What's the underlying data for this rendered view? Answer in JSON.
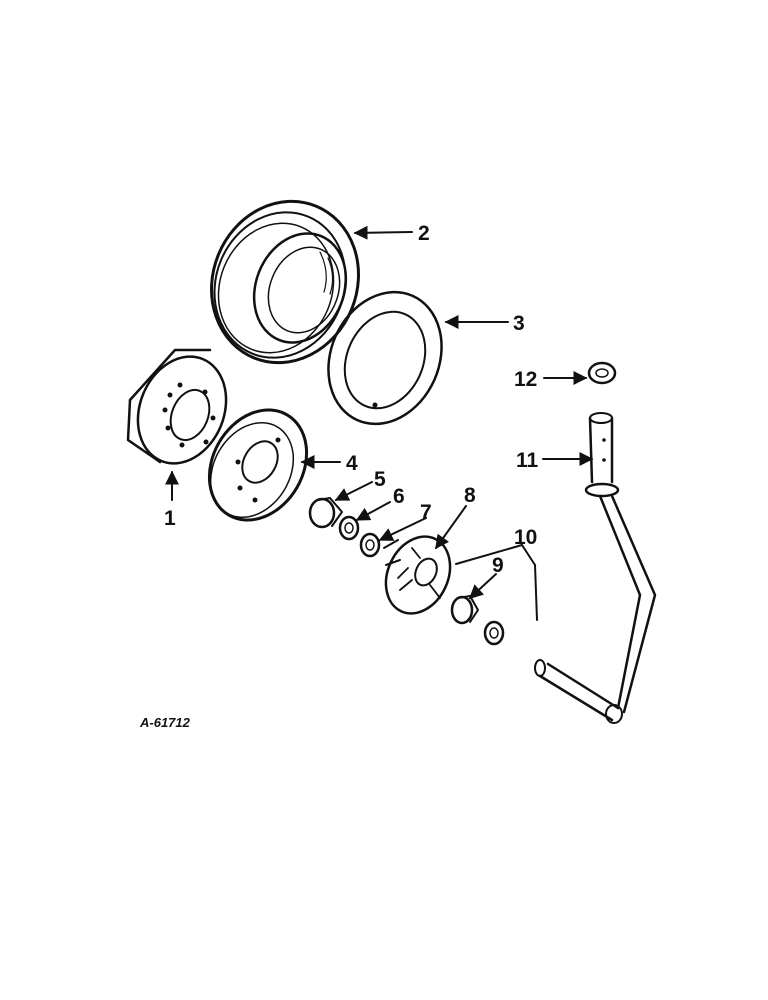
{
  "drawing_ref": "A-61712",
  "callouts": [
    "1",
    "2",
    "3",
    "4",
    "5",
    "6",
    "7",
    "8",
    "9",
    "10",
    "11",
    "12"
  ],
  "colors": {
    "ink": "#111111",
    "paper": "#ffffff"
  }
}
